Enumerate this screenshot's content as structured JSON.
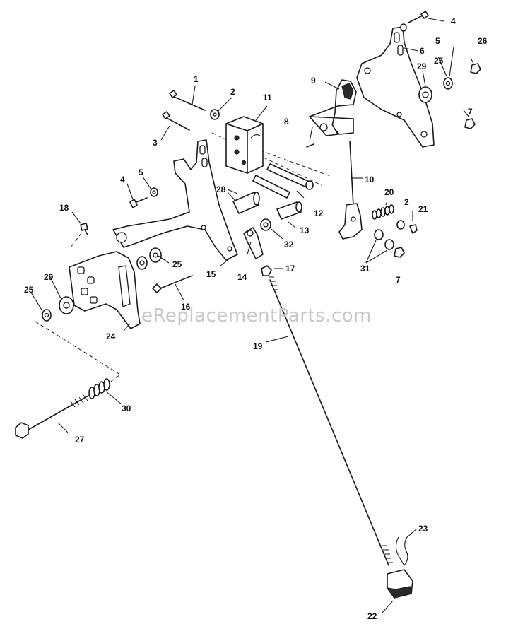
{
  "watermark": "eReplacementParts.com",
  "callouts": {
    "p1": "1",
    "p2a": "2",
    "p2b": "2",
    "p3": "3",
    "p4a": "4",
    "p4b": "4",
    "p5a": "5",
    "p5b": "5",
    "p6": "6",
    "p7a": "7",
    "p7b": "7",
    "p8": "8",
    "p9": "9",
    "p10": "10",
    "p11": "11",
    "p12": "12",
    "p13": "13",
    "p14": "14",
    "p15": "15",
    "p16": "16",
    "p17": "17",
    "p18": "18",
    "p19": "19",
    "p20": "20",
    "p21": "21",
    "p22": "22",
    "p23": "23",
    "p24": "24",
    "p25a": "25",
    "p25b": "25",
    "p25c": "25",
    "p26": "26",
    "p27": "27",
    "p28": "28",
    "p29a": "29",
    "p29b": "29",
    "p30": "30",
    "p31": "31",
    "p32": "32"
  }
}
